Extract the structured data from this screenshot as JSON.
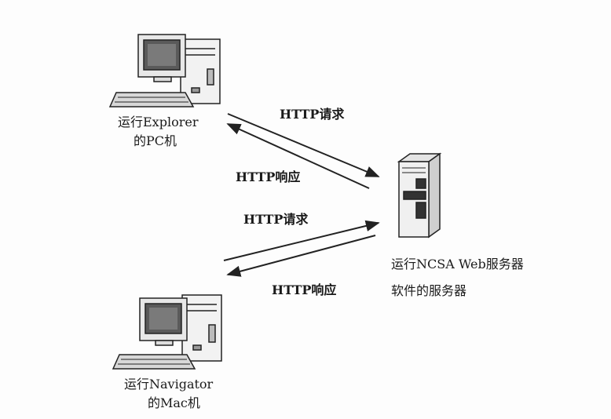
{
  "nodes": {
    "pc": {
      "line1": "运行Explorer",
      "line2": "的PC机"
    },
    "mac": {
      "line1": "运行Navigator",
      "line2": "的Mac机"
    },
    "server": {
      "line1": "运行NCSA Web服务器",
      "line2": "软件的服务器"
    }
  },
  "messages": {
    "pc_request": "HTTP请求",
    "pc_response": "HTTP响应",
    "mac_request": "HTTP请求",
    "mac_response": "HTTP响应"
  }
}
